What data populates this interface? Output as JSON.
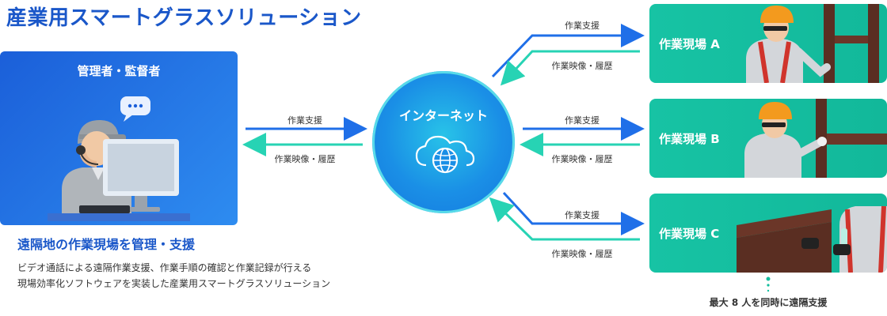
{
  "title": "産業用スマートグラスソリューション",
  "admin": {
    "label": "管理者・監督者",
    "heading": "遠隔地の作業現場を管理・支援",
    "description": [
      "ビデオ通話による遠隔作業支援、作業手順の確認と作業記録が行える",
      "現場効率化ソフトウェアを実装した産業用スマートグラスソリューション"
    ]
  },
  "internet": {
    "label": "インターネット"
  },
  "arrows": {
    "support": "作業支援",
    "video": "作業映像・履歴"
  },
  "sites": [
    {
      "label": "作業現場 A"
    },
    {
      "label": "作業現場 B"
    },
    {
      "label": "作業現場 C"
    }
  ],
  "footer": {
    "max_support": "最大 8 人を同時に遠隔支援"
  },
  "colors": {
    "brand_blue": "#1a57c9",
    "arrow_blue": "#1f6fe8",
    "arrow_green": "#27d3b4",
    "site_green": "#14bd9e"
  }
}
